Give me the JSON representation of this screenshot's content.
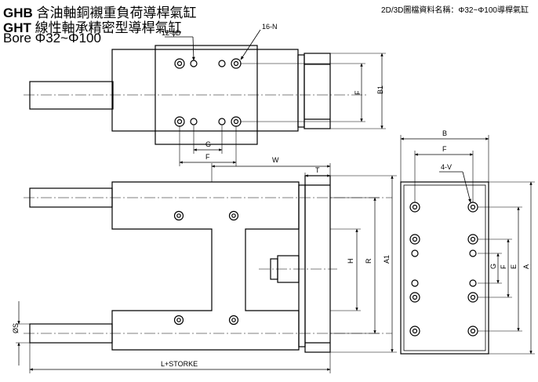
{
  "header": {
    "line1_code": "GHB",
    "line1_text": "含油軸銅襯重負荷導桿氣缸",
    "line2_code": "GHT",
    "line2_text": "線性軸承精密型導桿氣缸",
    "line3": "Bore Φ32~Φ100",
    "file_note": "2D/3D圖檔資料名稱：Φ32~Φ100導桿氣缸"
  },
  "dimensions": {
    "hole_12": "12-ϕD",
    "hole_16": "16-N",
    "G_top": "G",
    "F_top": "F",
    "F_side": "F",
    "B1": "B1",
    "W": "W",
    "T": "T",
    "H": "H",
    "R": "R",
    "A1": "A1",
    "S": "ØS",
    "L": "L+STORKE",
    "B": "B",
    "F_end": "F",
    "V": "4-V",
    "G_end": "G",
    "F_end_v": "F",
    "E": "E",
    "A": "A"
  }
}
